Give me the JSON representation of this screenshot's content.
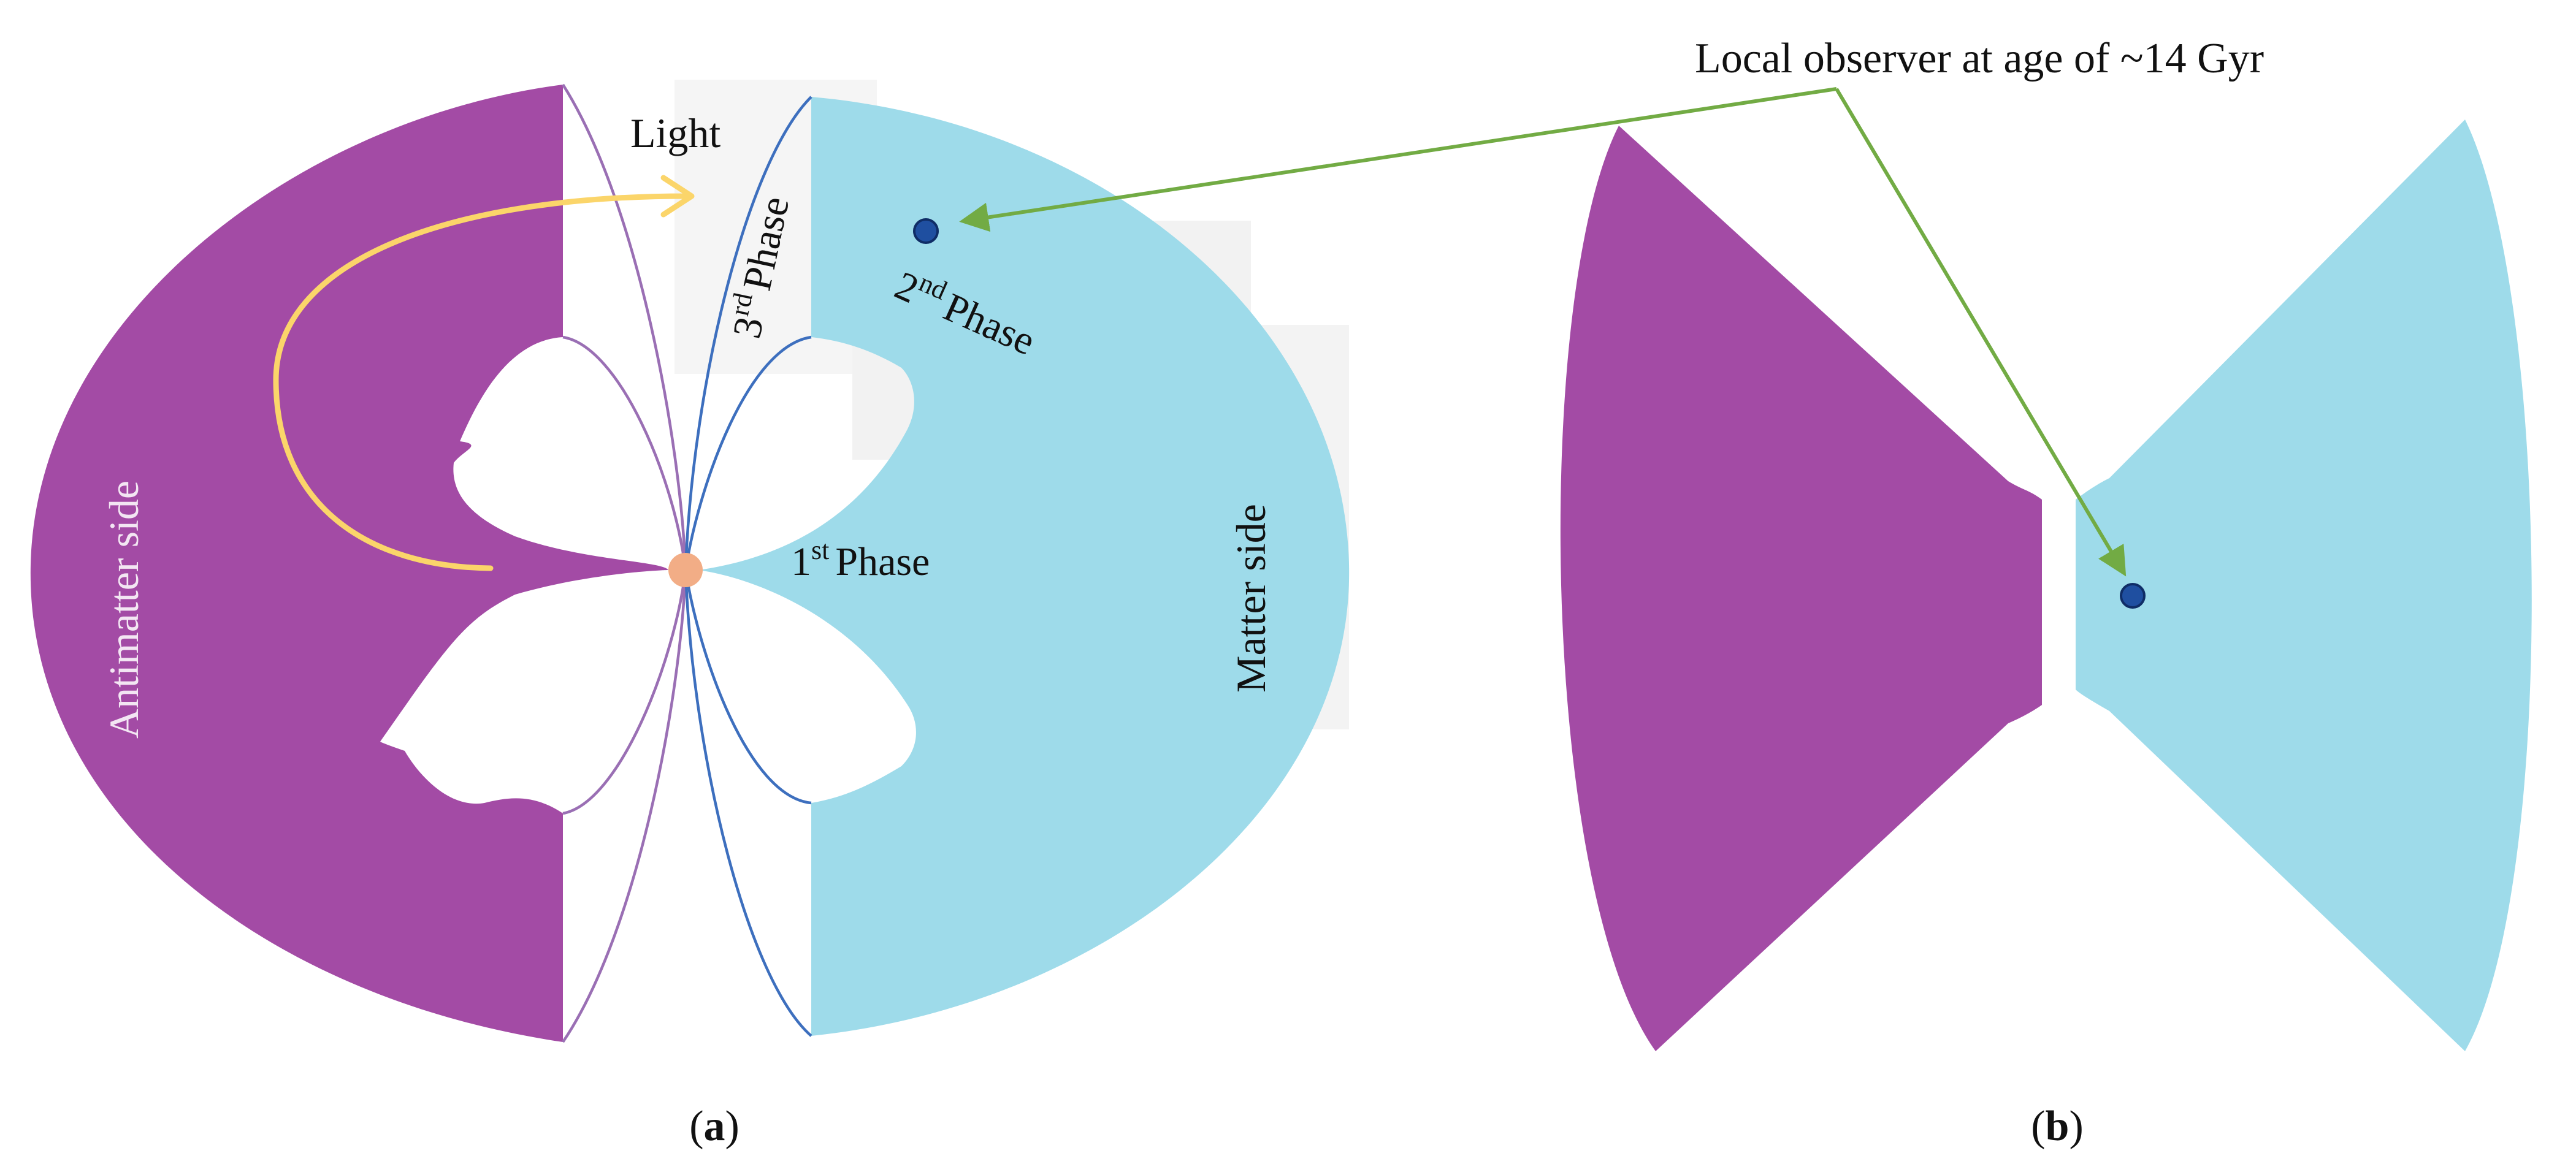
{
  "labels": {
    "light": "Light",
    "third_phase_num": "3",
    "third_phase_sup": "rd",
    "third_phase_word": "Phase",
    "second_phase_num": "2",
    "second_phase_sup": "nd",
    "second_phase_word": "Phase",
    "first_phase_num": "1",
    "first_phase_sup": "st",
    "first_phase_word": "Phase",
    "antimatter_side": "Antimatter side",
    "matter_side": "Matter side",
    "observer": "Local observer at age of ~14  Gyr",
    "panel_a_open": "(",
    "panel_a_letter": "a",
    "panel_a_close": ")",
    "panel_b_open": "(",
    "panel_b_letter": "b",
    "panel_b_close": ")"
  },
  "colors": {
    "antimatter": "#a34ba5",
    "matter": "#9edbea",
    "light_arrow": "#fbd56a",
    "observer_arrow": "#72ab44",
    "observer_dot": "#1f4fa0",
    "origin_dot": "#f2ad86",
    "antimatter_outline": "#9a6fb4",
    "matter_outline": "#3d6fbe"
  },
  "icons": {
    "origin": "origin-dot-icon",
    "observer_a": "observer-dot-icon",
    "observer_b": "observer-dot-icon"
  }
}
